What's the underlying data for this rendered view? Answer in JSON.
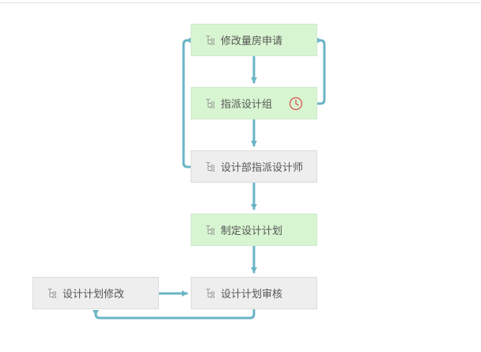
{
  "nodes": [
    {
      "id": "n1",
      "label": "修改量房申请",
      "status": "active"
    },
    {
      "id": "n2",
      "label": "指派设计组",
      "status": "active",
      "icon": "clock-icon"
    },
    {
      "id": "n3",
      "label": "设计部指派设计师",
      "status": "pending"
    },
    {
      "id": "n4",
      "label": "制定设计计划",
      "status": "active"
    },
    {
      "id": "n5",
      "label": "设计计划修改",
      "status": "pending"
    },
    {
      "id": "n6",
      "label": "设计计划审核",
      "status": "pending"
    }
  ],
  "edges": [
    {
      "from": "修改量房申请",
      "to": "指派设计组"
    },
    {
      "from": "指派设计组",
      "to": "设计部指派设计师"
    },
    {
      "from": "设计部指派设计师",
      "to": "修改量房申请"
    },
    {
      "from": "指派设计组",
      "to": "修改量房申请"
    },
    {
      "from": "设计部指派设计师",
      "to": "制定设计计划"
    },
    {
      "from": "制定设计计划",
      "to": "设计计划审核"
    },
    {
      "from": "设计计划修改",
      "to": "设计计划审核"
    },
    {
      "from": "设计计划审核",
      "to": "设计计划修改"
    }
  ],
  "colors": {
    "active_fill": "#d8f5d1",
    "pending_fill": "#eeeeef",
    "edge": "#6ab4c6",
    "clock": "#d9534f",
    "icon": "#9a9a9a"
  }
}
